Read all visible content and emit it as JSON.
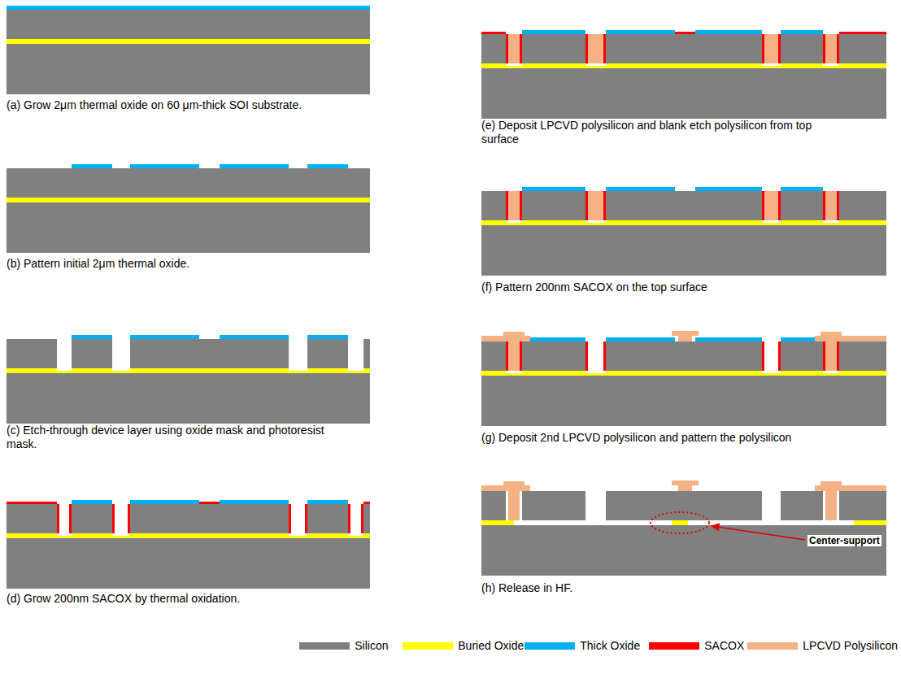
{
  "diagram": {
    "labels": [
      "(a) Grow 2μm thermal oxide on 60 μm-thick SOI substrate.",
      "(b) Pattern initial 2μm thermal oxide.",
      "(c) Etch-through device layer using oxide mask and photoresist mask.",
      "(d) Grow 200nm SACOX by thermal oxidation.",
      "(e) Deposit LPCVD polysilicon and blank etch polysilicon from top surface",
      "(f) Pattern 200nm SACOX on the top surface",
      "(g) Deposit 2nd LPCVD polysilicon and pattern the polysilicon",
      "(h) Release in HF.",
      "Center-support"
    ],
    "legend": [
      {
        "text": "Silicon",
        "color": "#808080"
      },
      {
        "text": "Buried Oxide",
        "color": "#ffff00"
      },
      {
        "text": "Thick Oxide",
        "color": "#00b0f0"
      },
      {
        "text": "SACOX",
        "color": "#ff0000"
      },
      {
        "text": "LPCVD Polysilicon",
        "color": "#f4b183"
      }
    ]
  }
}
